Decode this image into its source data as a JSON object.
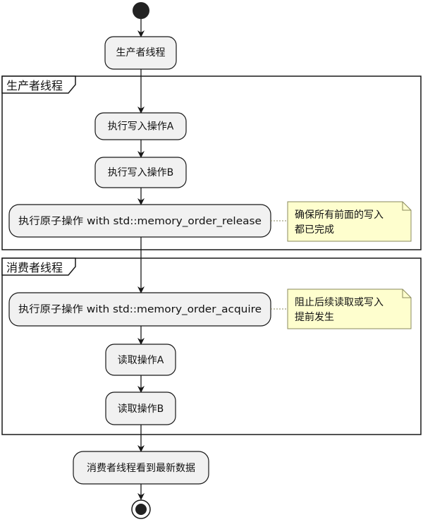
{
  "partitions": {
    "producer": {
      "label": "生产者线程"
    },
    "consumer": {
      "label": "消费者线程"
    }
  },
  "nodes": {
    "start_activity": "生产者线程",
    "write_a": "执行写入操作A",
    "write_b": "执行写入操作B",
    "release_op": "执行原子操作 with std::memory_order_release",
    "acquire_op": "执行原子操作 with std::memory_order_acquire",
    "read_a": "读取操作A",
    "read_b": "读取操作B",
    "final_activity": "消费者线程看到最新数据"
  },
  "notes": {
    "release_note": [
      "确保所有前面的写入",
      "都已完成"
    ],
    "acquire_note": [
      "阻止后续读取或写入",
      "提前发生"
    ]
  },
  "colors": {
    "node_fill": "#f1f1f1",
    "node_stroke": "#181818",
    "note_fill": "#fefece",
    "note_stroke": "#8a8a5c",
    "line": "#181818"
  }
}
